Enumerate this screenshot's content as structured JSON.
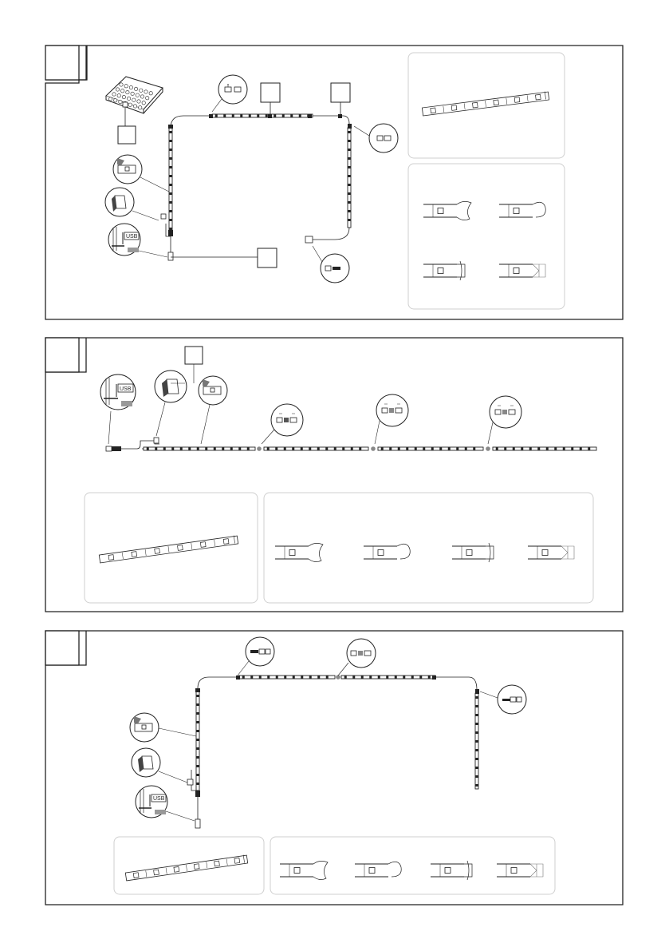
{
  "usb_label": "USB",
  "colors": {
    "line": "#222222",
    "panel_border": "#cfcfcf",
    "led_fill": "#ffffff",
    "accent_gray": "#8a8a8a"
  },
  "panels": [
    {
      "id": "panel-1",
      "step_label": ""
    },
    {
      "id": "panel-2",
      "step_label": ""
    },
    {
      "id": "panel-3",
      "step_label": ""
    }
  ],
  "icons": [
    "battery-box-icon",
    "adhesive-tape-icon",
    "switch-icon",
    "usb-port-icon",
    "connector-zoom-icon",
    "cutting-guide-icon",
    "fold-strip-icon"
  ]
}
